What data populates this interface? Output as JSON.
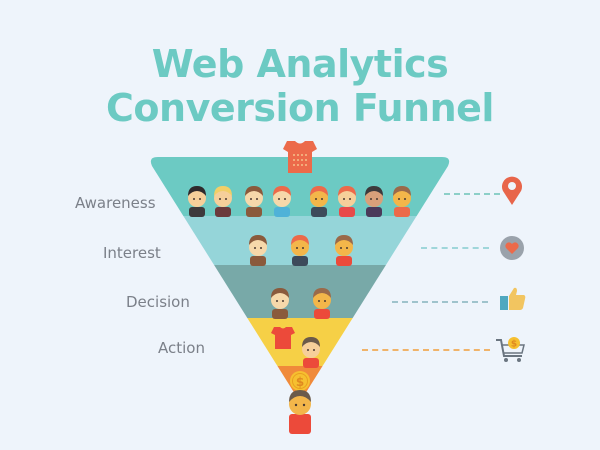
{
  "title": {
    "line1": "Web Analytics",
    "line2": "Conversion Funnel"
  },
  "stages": [
    {
      "label": "Awareness",
      "color": "#6ccac3",
      "icon": "location-pin-icon",
      "people": 8,
      "dash_color": "#8ccfc8"
    },
    {
      "label": "Interest",
      "color": "#95d5d9",
      "icon": "heart-icon",
      "people": 3,
      "dash_color": "#9fd6da"
    },
    {
      "label": "Decision",
      "color": "#78a9a8",
      "icon": "thumbs-up-icon",
      "people": 2,
      "dash_color": "#9fc3cc"
    },
    {
      "label": "Action",
      "color": "#f6d046",
      "icon": "shopping-cart-icon",
      "people": 1,
      "dash_color": "#f0b36a"
    }
  ],
  "tip": {
    "color": "#f08a3a",
    "icon": "dollar-coin-icon"
  },
  "colors": {
    "background": "#eef4fb",
    "title": "#6ccac3",
    "shirt": "#ec6a4a",
    "pin": "#e8654a"
  }
}
